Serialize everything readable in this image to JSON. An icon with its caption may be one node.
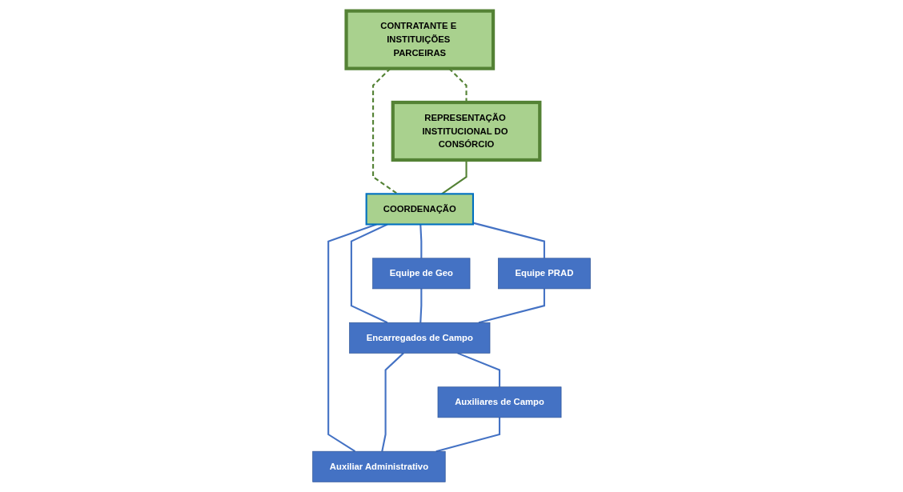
{
  "diagram": {
    "nodes": [
      {
        "text": [
          "CONTRATANTE E INSTITUIÇÕES PARCEIRAS"
        ]
      },
      {
        "text": [
          "REPRESENTAÇÃO INSTITUCIONAL DO CONSÓRCIO"
        ]
      },
      {
        "text": [
          "COORDENAÇÃO"
        ]
      },
      {
        "text": [
          "Equipe de Geo"
        ]
      },
      {
        "text": [
          "Equipe PRAD"
        ]
      },
      {
        "text": [
          "Encarregados de Campo"
        ]
      },
      {
        "text": [
          "Auxiliar Administrativo"
        ]
      },
      {
        "text": [
          "Auxiliares de Campo"
        ]
      }
    ],
    "edges": [
      {
        "from": 0,
        "to": 1,
        "arrow": "none",
        "style": "dashed",
        "color": "#548235"
      },
      {
        "from": 0,
        "to": 2,
        "arrow": "none",
        "style": "dashed",
        "color": "#548235"
      },
      {
        "from": 1,
        "to": 2,
        "arrow": "none",
        "color": "#548235"
      },
      {
        "from": 2,
        "to": 3,
        "arrow": "none"
      },
      {
        "from": 2,
        "to": 4,
        "arrow": "none"
      },
      {
        "from": 2,
        "to": 5,
        "arrow": "none"
      },
      {
        "from": 2,
        "to": 6,
        "arrow": "none"
      },
      {
        "from": 3,
        "to": 5,
        "arrow": "none"
      },
      {
        "from": 4,
        "to": 5,
        "arrow": "none"
      },
      {
        "from": 5,
        "to": 7,
        "arrow": "none"
      },
      {
        "from": 5,
        "to": 6,
        "arrow": "none"
      },
      {
        "from": 7,
        "to": 6,
        "arrow": "none"
      }
    ]
  }
}
